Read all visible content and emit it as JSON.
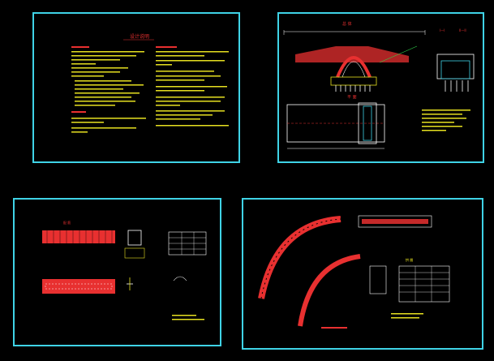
{
  "sheets": [
    {
      "title": "设计说明"
    },
    {
      "title": "总 体",
      "subtitle": "平 面"
    },
    {
      "title": "配 筋"
    },
    {
      "title": "拱 圈"
    }
  ],
  "colors": {
    "frame": "#3fd3e6",
    "red": "#e83030",
    "yellow": "#e6e020",
    "white": "#ffffff",
    "green": "#2fd04a"
  }
}
